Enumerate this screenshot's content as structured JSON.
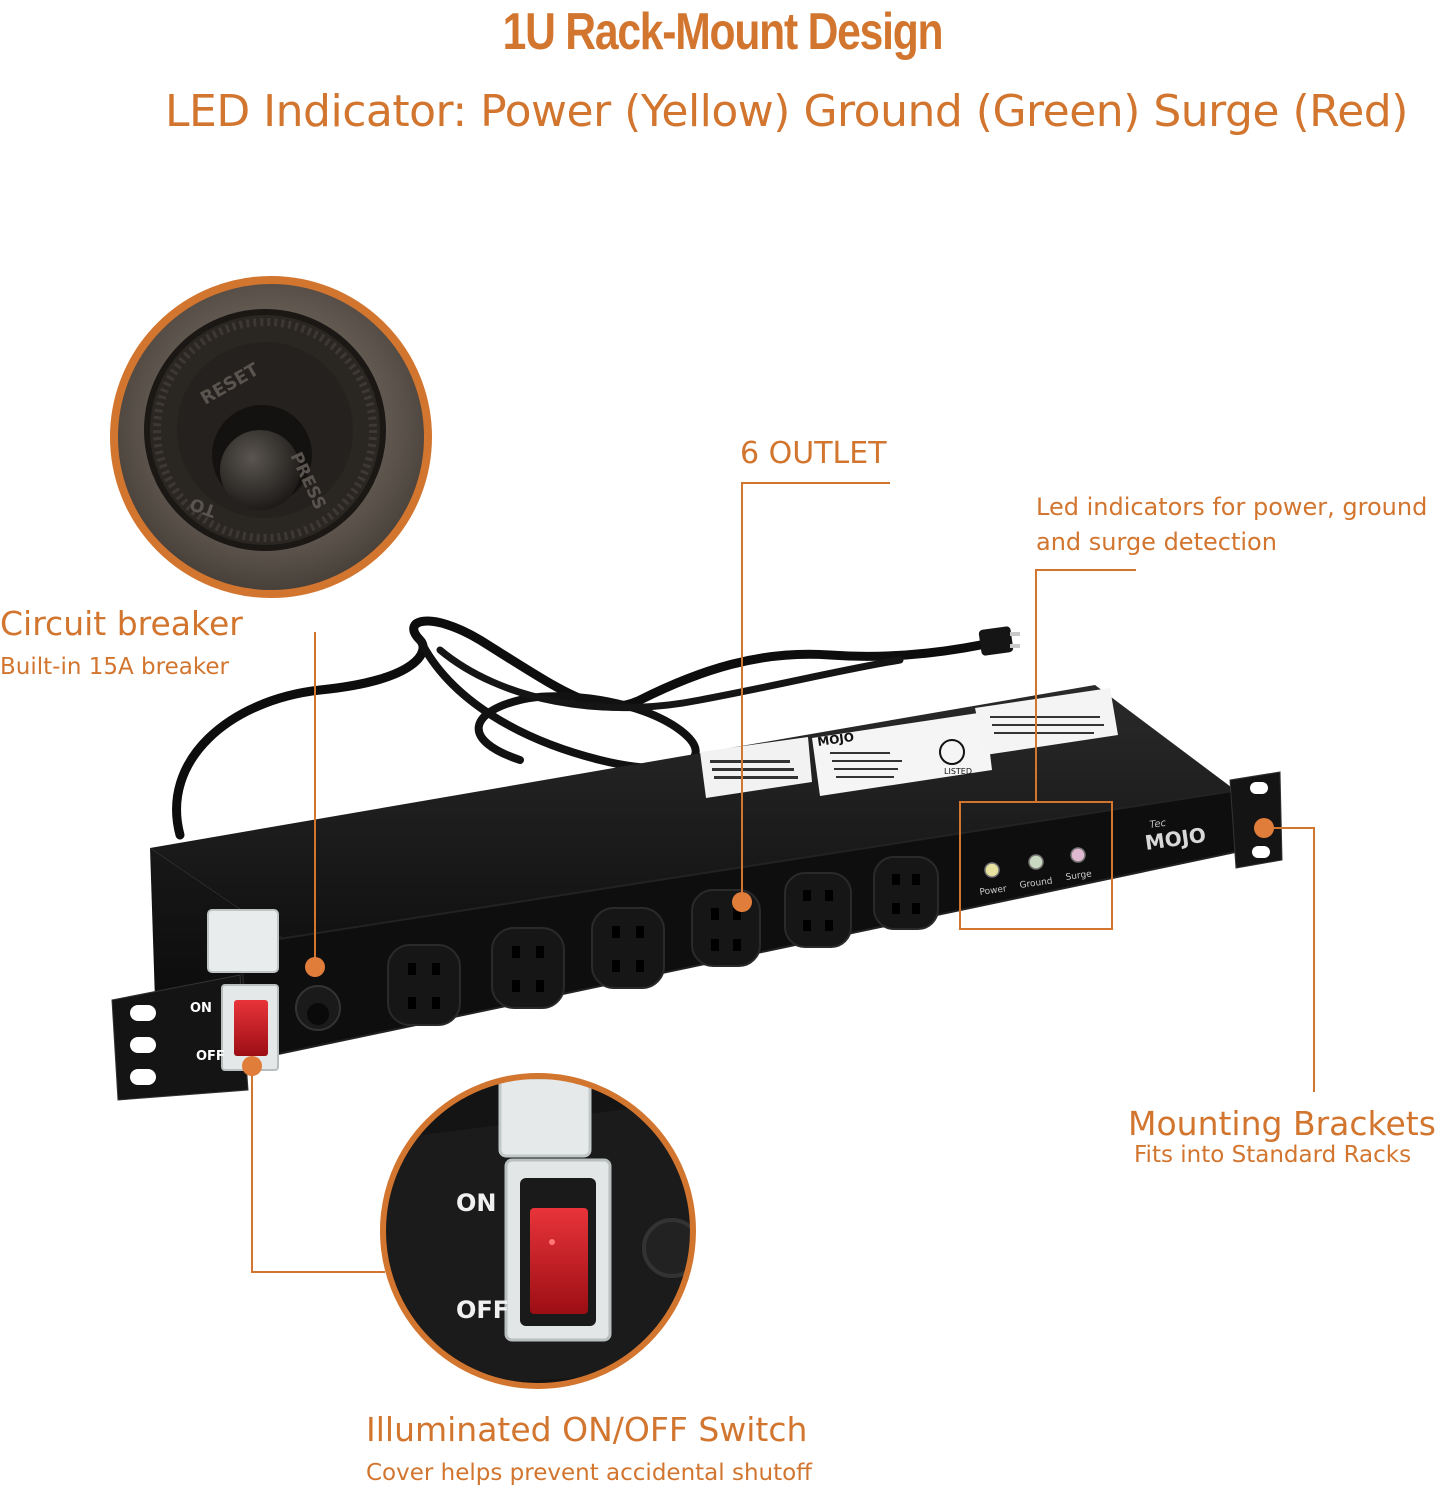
{
  "header": {
    "title": "1U Rack-Mount Design",
    "subtitle": "LED Indicator: Power (Yellow) Ground (Green) Surge (Red)"
  },
  "callouts": {
    "outlets": {
      "label": "6 OUTLET"
    },
    "led": {
      "line1": "Led indicators for power, ground",
      "line2": "and surge detection"
    },
    "breaker": {
      "title": "Circuit breaker",
      "desc": "Built-in 15A breaker"
    },
    "brackets": {
      "title": "Mounting Brackets",
      "desc": "Fits into Standard Racks"
    },
    "switch": {
      "title": "Illuminated ON/OFF Switch",
      "desc": "Cover helps prevent accidental shutoff"
    }
  },
  "device": {
    "brand_top": "Tec",
    "brand": "MOJO",
    "switch_on": "ON",
    "switch_off": "OFF",
    "led_labels": [
      "Power",
      "Ground",
      "Surge"
    ],
    "outlet_count": 6,
    "listed_mark": "LISTED",
    "reset_text": "RESET",
    "press_text": "PRESS",
    "to_text": "TO"
  },
  "colors": {
    "accent": "#d2752f",
    "device_body": "#121212",
    "switch_red": "#c8161d",
    "led_power": "#e8e2a0",
    "led_ground": "#c9d8c0",
    "led_surge": "#e0b8d0"
  }
}
